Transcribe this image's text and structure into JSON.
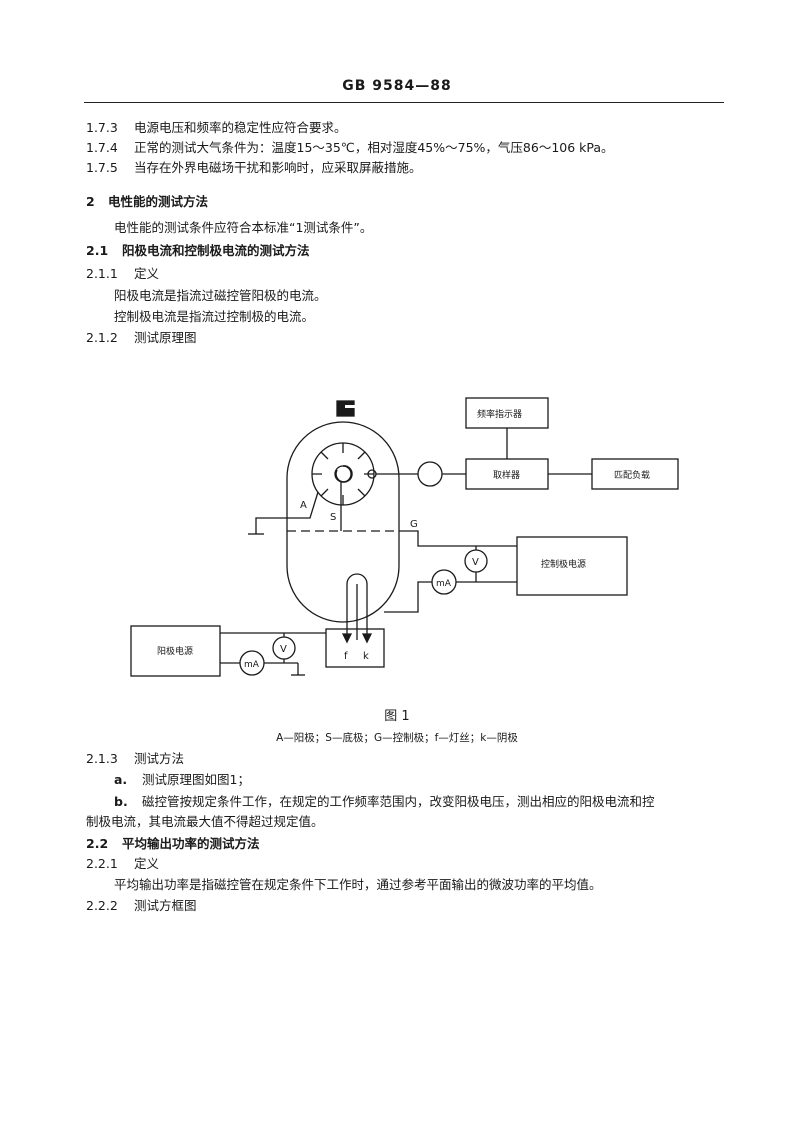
{
  "header": {
    "standard_no": "GB 9584—88"
  },
  "clauses": [
    {
      "num": "1.7.3",
      "text": "电源电压和频率的稳定性应符合要求。"
    },
    {
      "num": "1.7.4",
      "text": "正常的测试大气条件为：温度15～35℃，相对湿度45%～75%，气压86～106 kPa。"
    },
    {
      "num": "1.7.5",
      "text": "当存在外界电磁场干扰和影响时，应采取屏蔽措施。"
    }
  ],
  "section2": {
    "num": "2",
    "title": "电性能的测试方法",
    "intro": "电性能的测试条件应符合本标准“1测试条件”。"
  },
  "s2_1": {
    "num": "2.1",
    "title": "阳极电流和控制极电流的测试方法"
  },
  "s2_1_1": {
    "num": "2.1.1",
    "title": "定义",
    "p1": "阳极电流是指流过磁控管阳极的电流。",
    "p2": "控制极电流是指流过控制极的电流。"
  },
  "s2_1_2": {
    "num": "2.1.2",
    "title": "测试原理图"
  },
  "diagram": {
    "boxes": {
      "freq_indicator": "频率指示器",
      "sampler": "取样器",
      "matched_load": "匹配负载",
      "control_supply": "控制极电源",
      "anode_supply": "阳极电源"
    },
    "meters": {
      "voltmeter": "V",
      "milliammeter": "mA"
    },
    "labels": {
      "A": "A",
      "S": "S",
      "G": "G",
      "f": "f",
      "k": "k"
    },
    "figure_title": "图 1",
    "legend": "A—阳极；S—底极；G—控制极；f—灯丝；k—阴极"
  },
  "s2_1_3": {
    "num": "2.1.3",
    "title": "测试方法",
    "a_mark": "a.",
    "a_text": "测试原理图如图1；",
    "b_mark": "b.",
    "b_text": "磁控管按规定条件工作，在规定的工作频率范围内，改变阳极电压，测出相应的阳极电流和控",
    "b_text2": "制极电流，其电流最大值不得超过规定值。"
  },
  "s2_2": {
    "num": "2.2",
    "title": "平均输出功率的测试方法"
  },
  "s2_2_1": {
    "num": "2.2.1",
    "title": "定义",
    "p1": "平均输出功率是指磁控管在规定条件下工作时，通过参考平面输出的微波功率的平均值。"
  },
  "s2_2_2": {
    "num": "2.2.2",
    "title": "测试方框图"
  }
}
